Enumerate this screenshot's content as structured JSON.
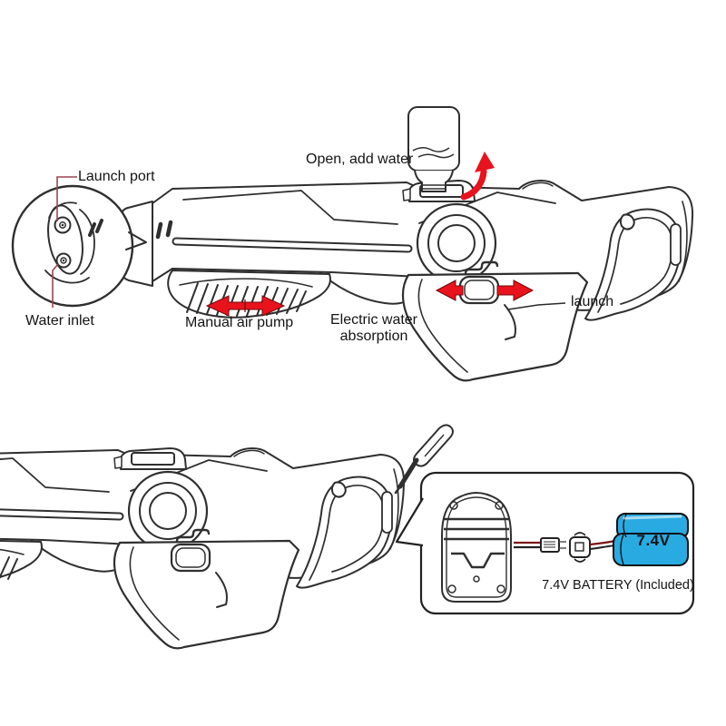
{
  "colors": {
    "line": "#2f2f2f",
    "arrow_red": "#e8131c",
    "arrow_red_dark": "#75080c",
    "leader_red": "#9c4550",
    "battery_blue": "#29abe2",
    "text": "#141414",
    "background": "#ffffff"
  },
  "top_diagram": {
    "annotations": {
      "launch_port": "Launch port",
      "water_inlet": "Water inlet",
      "open_add_water": "Open, add water",
      "manual_air_pump": "Manual air pump",
      "electric_absorption": {
        "line1": "Electric water",
        "line2": "absorption"
      },
      "launch": "launch"
    }
  },
  "bottom_diagram": {
    "battery": {
      "voltage_label": "7.4V",
      "caption": "7.4V BATTERY (Included)"
    }
  },
  "icons": {
    "muzzle_inset": "circular zoom detail of launch port and water inlet",
    "water_bottle": "inverted water bottle over fill cap",
    "curved_arrow": "red curved arrow (open cap)",
    "pump_arrow": "red double-headed arrow (pump motion)",
    "trigger_arrows": "red arrows flanking absorption switch",
    "screwdriver": "screwdriver",
    "battery_cover": "battery compartment cover",
    "wire_connector": "wire connector plugs",
    "battery": "blue 7.4V battery pack"
  }
}
